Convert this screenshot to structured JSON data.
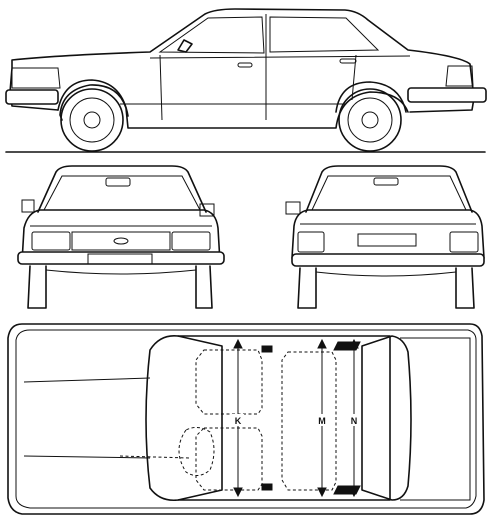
{
  "views": {
    "side": {
      "name": "side-view"
    },
    "front": {
      "name": "front-view"
    },
    "rear": {
      "name": "rear-view"
    },
    "top": {
      "name": "top-view"
    }
  },
  "dimension_labels": {
    "k": "K",
    "m": "M",
    "n": "N"
  }
}
